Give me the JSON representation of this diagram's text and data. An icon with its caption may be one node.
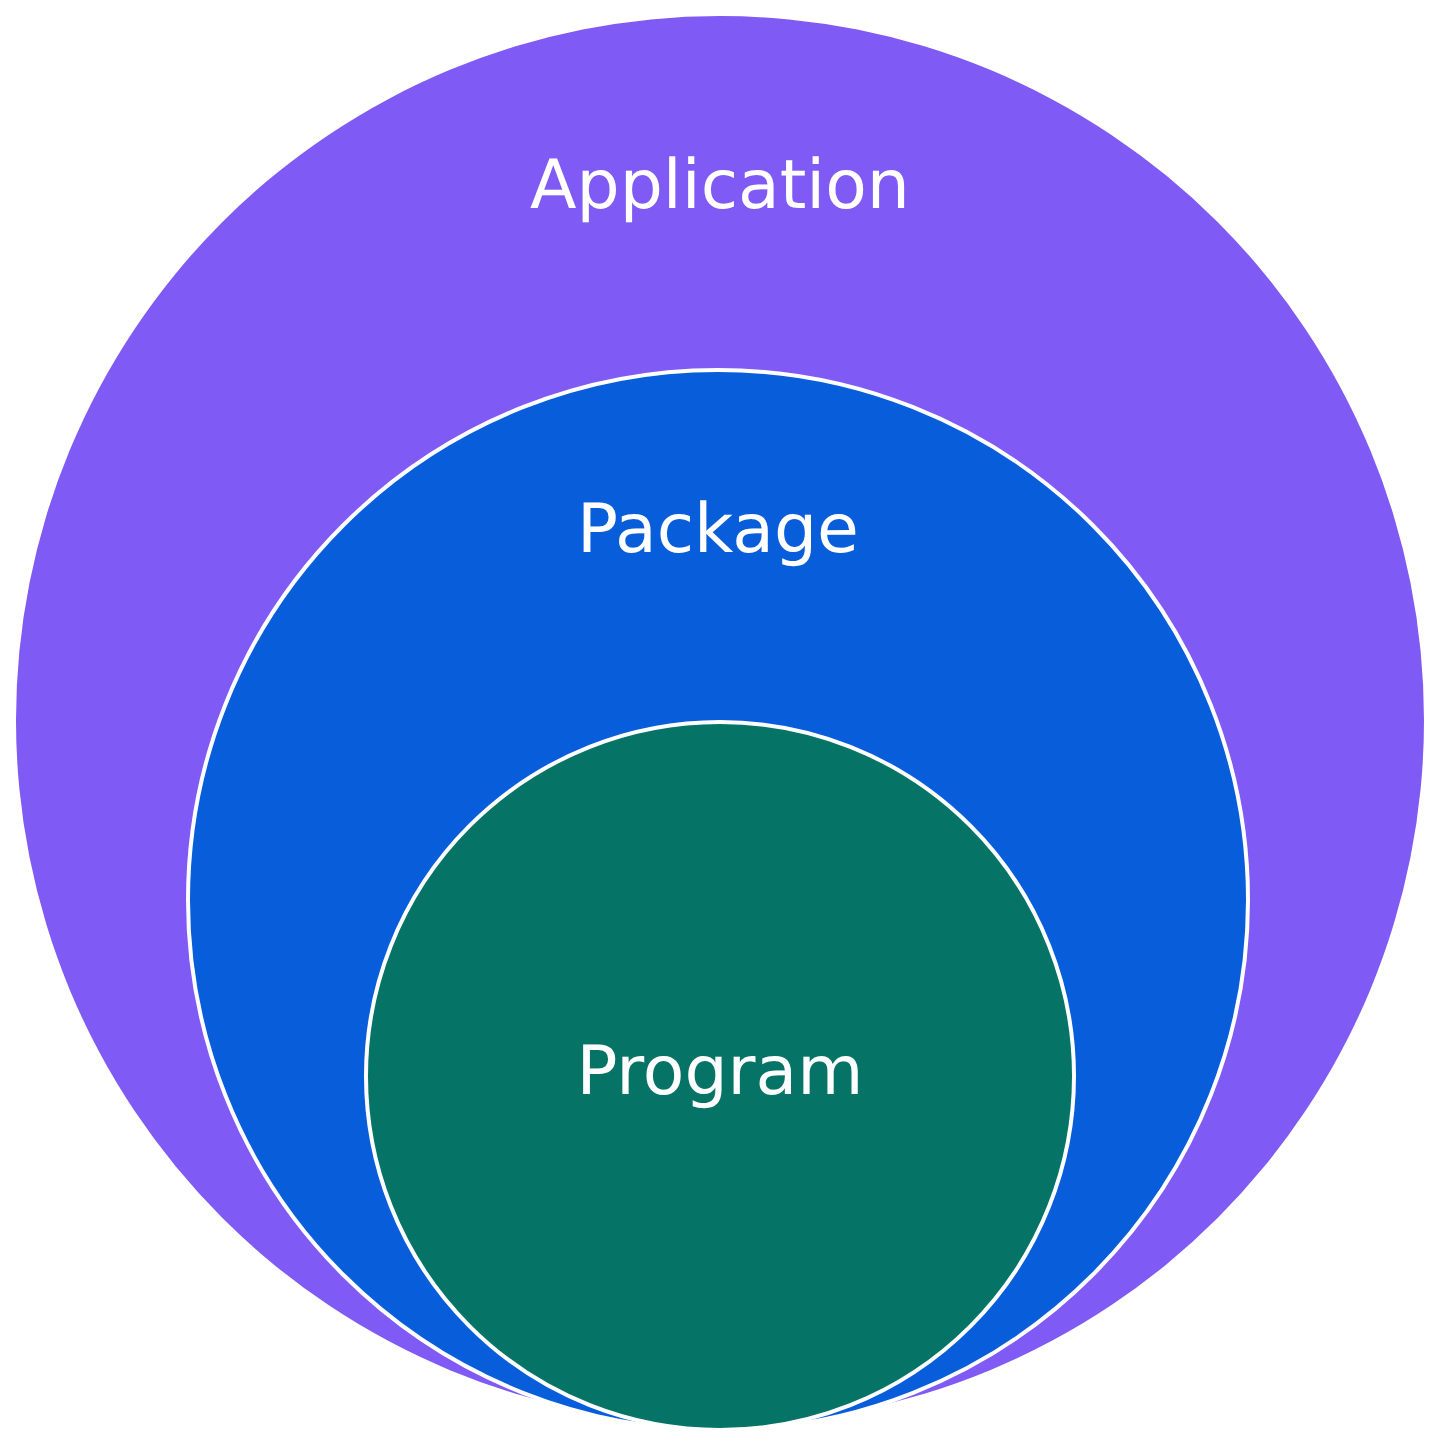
{
  "diagram": {
    "nodes": [
      {
        "text": [
          "Application"
        ]
      },
      {
        "text": [
          "Package"
        ],
        "in": 0
      },
      {
        "text": [
          "Program"
        ],
        "in": 1
      }
    ]
  }
}
